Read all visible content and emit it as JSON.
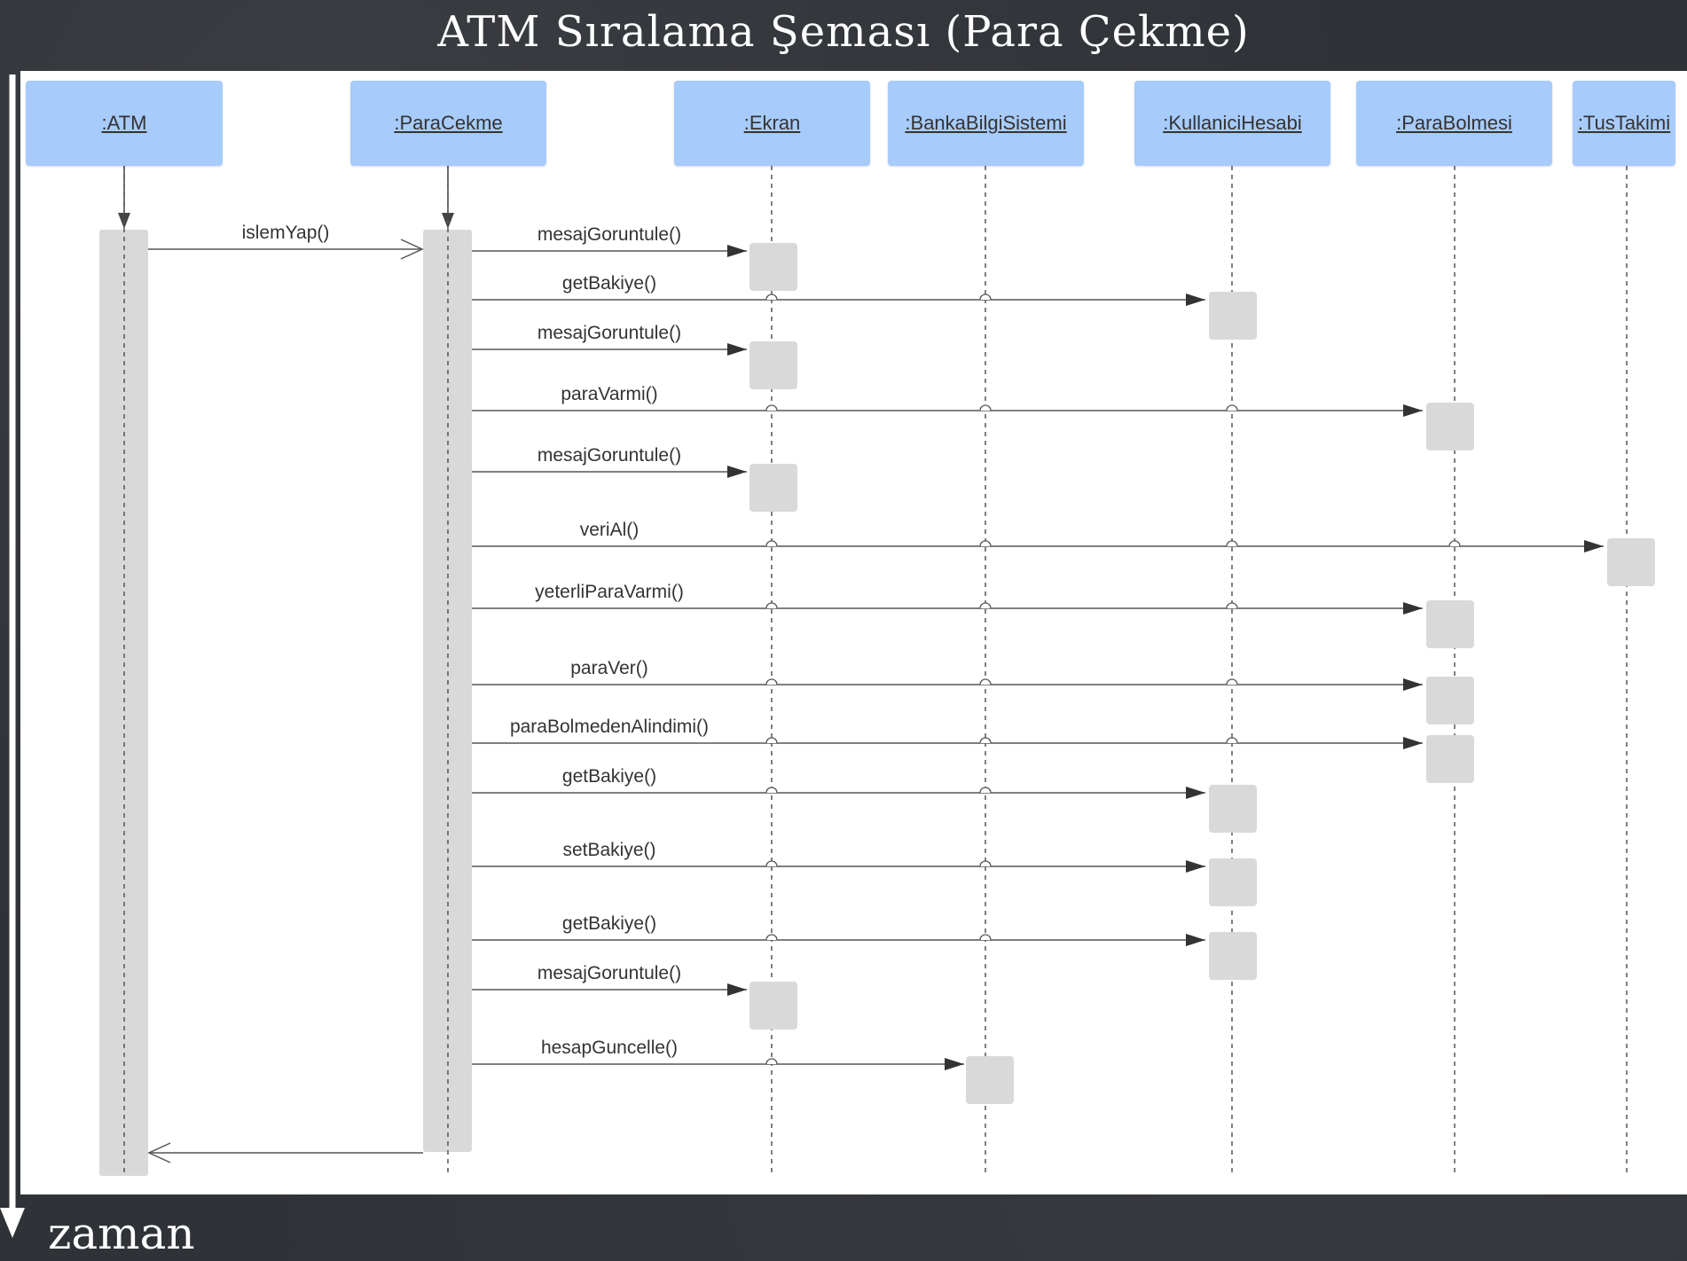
{
  "title": "ATM Sıralama Şeması (Para Çekme)",
  "time_axis_label": "zaman",
  "participants": [
    {
      "id": "atm",
      "label": ":ATM"
    },
    {
      "id": "paracekme",
      "label": ":ParaCekme"
    },
    {
      "id": "ekran",
      "label": ":Ekran"
    },
    {
      "id": "banka",
      "label": ":BankaBilgiSistemi"
    },
    {
      "id": "kullanici",
      "label": ":KullaniciHesabi"
    },
    {
      "id": "parabolmesi",
      "label": ":ParaBolmesi"
    },
    {
      "id": "tustakimi",
      "label": ":TusTakimi"
    }
  ],
  "messages": [
    {
      "label": "islemYap()",
      "from": "atm",
      "to": "paracekme"
    },
    {
      "label": "mesajGoruntule()",
      "from": "paracekme",
      "to": "ekran"
    },
    {
      "label": "getBakiye()",
      "from": "paracekme",
      "to": "kullanici"
    },
    {
      "label": "mesajGoruntule()",
      "from": "paracekme",
      "to": "ekran"
    },
    {
      "label": "paraVarmi()",
      "from": "paracekme",
      "to": "parabolmesi"
    },
    {
      "label": "mesajGoruntule()",
      "from": "paracekme",
      "to": "ekran"
    },
    {
      "label": "veriAl()",
      "from": "paracekme",
      "to": "tustakimi"
    },
    {
      "label": "yeterliParaVarmi()",
      "from": "paracekme",
      "to": "parabolmesi"
    },
    {
      "label": "paraVer()",
      "from": "paracekme",
      "to": "parabolmesi"
    },
    {
      "label": "paraBolmedenAlindimi()",
      "from": "paracekme",
      "to": "parabolmesi"
    },
    {
      "label": "getBakiye()",
      "from": "paracekme",
      "to": "kullanici"
    },
    {
      "label": "setBakiye()",
      "from": "paracekme",
      "to": "kullanici"
    },
    {
      "label": "getBakiye()",
      "from": "paracekme",
      "to": "kullanici"
    },
    {
      "label": "mesajGoruntule()",
      "from": "paracekme",
      "to": "ekran"
    },
    {
      "label": "hesapGuncelle()",
      "from": "paracekme",
      "to": "banka"
    },
    {
      "label": "",
      "from": "paracekme",
      "to": "atm"
    }
  ],
  "colors": {
    "background": "#2f3237",
    "participant_fill": "#a7cbfb",
    "activation_fill": "#d9d9d9",
    "line": "#555555"
  }
}
